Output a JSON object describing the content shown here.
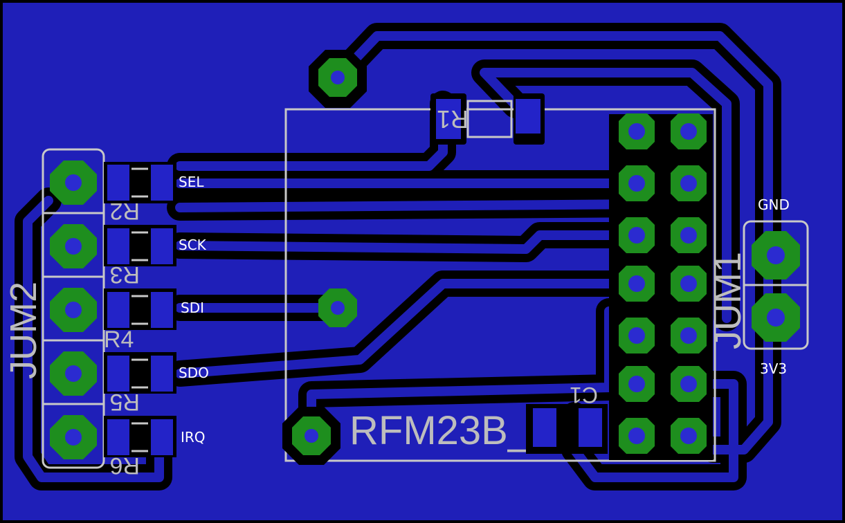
{
  "board": {
    "colors": {
      "copper": "#1f1fb8",
      "clearance": "#000000",
      "pad": "#1e8e1e",
      "silkscreen": "#c8c8c8",
      "label": "#ffffff"
    },
    "module_label": "RFM23B_D",
    "headers": {
      "left": "JUM2",
      "right": "JUM1"
    },
    "components": {
      "r1": "R1",
      "r2": "R2",
      "r3": "R3",
      "r4": "R4",
      "r5": "R5",
      "r6": "R6",
      "c1": "C1"
    },
    "net_labels": {
      "sel": "SEL",
      "sck": "SCK",
      "sdi": "SDI",
      "sdo": "SDO",
      "irq": "IRQ",
      "gnd": "GND",
      "v3": "3V3"
    }
  }
}
